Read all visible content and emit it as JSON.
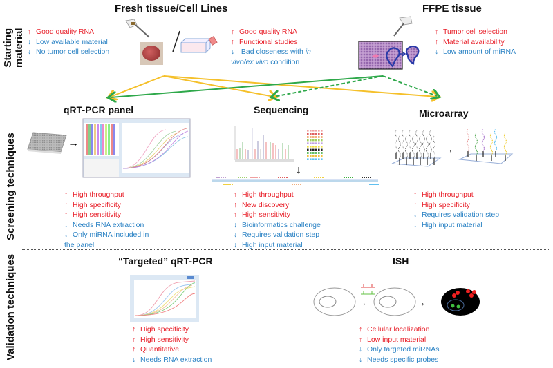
{
  "sections": {
    "starting_material": {
      "label_line1": "Starting",
      "label_line2": "material"
    },
    "screening": {
      "label": "Screening techniques"
    },
    "validation": {
      "label": "Validation techniques"
    }
  },
  "fresh": {
    "title": "Fresh tissue/Cell Lines",
    "tissue_list": [
      {
        "type": "pro",
        "arrow": "↑",
        "text": "Good quality RNA"
      },
      {
        "type": "con",
        "arrow": "↓",
        "text": "Low available material"
      },
      {
        "type": "con",
        "arrow": "↓",
        "text": "No tumor cell selection"
      }
    ],
    "cells_list": [
      {
        "type": "pro",
        "arrow": "↑",
        "text": "Good quality RNA"
      },
      {
        "type": "pro",
        "arrow": "↑",
        "text": "Functional studies"
      },
      {
        "type": "con",
        "arrow": "↓",
        "text": " Bad closeness with ",
        "italic": "in"
      },
      {
        "type": "con",
        "arrow": "",
        "text": "",
        "italic": "vivo/ex vivo",
        "suffix": " condition"
      }
    ]
  },
  "ffpe": {
    "title": "FFPE tissue",
    "list": [
      {
        "type": "pro",
        "arrow": "↑",
        "text": "Tumor cell selection"
      },
      {
        "type": "pro",
        "arrow": "↑",
        "text": "Material availability"
      },
      {
        "type": "con",
        "arrow": "↓",
        "text": "Low amount of miRNA"
      }
    ]
  },
  "qrtpcr_panel": {
    "title": "qRT-PCR panel",
    "list": [
      {
        "type": "pro",
        "arrow": "↑",
        "text": "High throughput"
      },
      {
        "type": "pro",
        "arrow": "↑",
        "text": "High specificity"
      },
      {
        "type": "pro",
        "arrow": "↑",
        "text": "High sensitivity"
      },
      {
        "type": "con",
        "arrow": "↓",
        "text": "Needs RNA extraction"
      },
      {
        "type": "con",
        "arrow": "↓",
        "text": "Only miRNA included in"
      },
      {
        "type": "con",
        "arrow": "",
        "text": "the panel"
      }
    ]
  },
  "sequencing": {
    "title": "Sequencing",
    "list": [
      {
        "type": "pro",
        "arrow": "↑",
        "text": "High throughput"
      },
      {
        "type": "pro",
        "arrow": "↑",
        "text": "New discovery"
      },
      {
        "type": "pro",
        "arrow": "↑",
        "text": "High sensitivity"
      },
      {
        "type": "con",
        "arrow": "↓",
        "text": "Bioinformatics challenge"
      },
      {
        "type": "con",
        "arrow": "↓",
        "text": "Requires validation step"
      },
      {
        "type": "con",
        "arrow": "↓",
        "text": "High input material"
      }
    ]
  },
  "microarray": {
    "title": "Microarray",
    "list": [
      {
        "type": "pro",
        "arrow": "↑",
        "text": "High throughput"
      },
      {
        "type": "pro",
        "arrow": "↑",
        "text": "High specificity"
      },
      {
        "type": "con",
        "arrow": "↓",
        "text": "Requires validation step"
      },
      {
        "type": "con",
        "arrow": "↓",
        "text": "High input material"
      }
    ]
  },
  "targeted_qrtpcr": {
    "title": "“Targeted” qRT-PCR",
    "list": [
      {
        "type": "pro",
        "arrow": "↑",
        "text": "High specificity"
      },
      {
        "type": "pro",
        "arrow": "↑",
        "text": "High sensitivity"
      },
      {
        "type": "pro",
        "arrow": "↑",
        "text": "Quantitative"
      },
      {
        "type": "con",
        "arrow": "↓",
        "text": "Needs RNA extraction"
      }
    ]
  },
  "ish": {
    "title": "ISH",
    "list": [
      {
        "type": "pro",
        "arrow": "↑",
        "text": "Cellular localization"
      },
      {
        "type": "pro",
        "arrow": "↑",
        "text": "Low input material"
      },
      {
        "type": "con",
        "arrow": "↓",
        "text": "Only targeted miRNAs"
      },
      {
        "type": "con",
        "arrow": "↓",
        "text": "Needs specific probes"
      }
    ]
  },
  "colors": {
    "pro": "#e8202a",
    "con": "#2a82c4",
    "fresh_arrow": "#f5c02a",
    "ffpe_arrow": "#2ea84a"
  },
  "icons": {
    "pro": "up-arrow",
    "con": "down-arrow",
    "scalpel": "scalpel-hand-icon",
    "tissue": "tissue-sample-icon",
    "flask": "cell-culture-flask-icon",
    "slide": "he-slide-icon",
    "plate": "pcr-plate-icon",
    "pcr_screen": "amplification-plot-icon",
    "seq_chart": "read-histogram-icon",
    "microarray": "probe-array-icon",
    "ish_cells": "cell-hybridization-icon"
  }
}
